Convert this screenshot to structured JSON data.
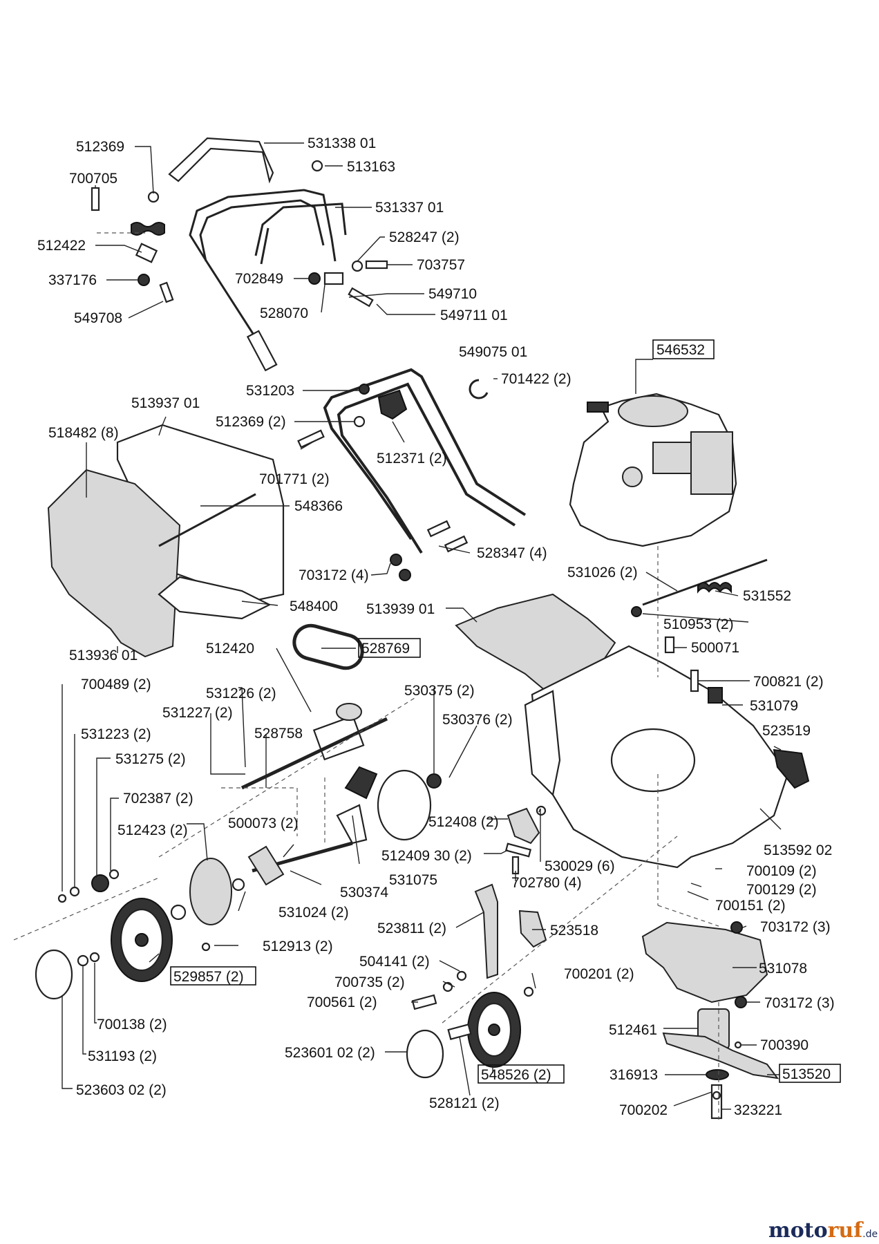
{
  "labels": {
    "p512369a": "512369",
    "p531338": "531338 01",
    "p513163": "513163",
    "p700705": "700705",
    "p531337": "531337 01",
    "p528247": "528247 (2)",
    "p512422": "512422",
    "p703757": "703757",
    "p337176": "337176",
    "p702849": "702849",
    "p549710": "549710",
    "p528070": "528070",
    "p549708": "549708",
    "p549711": "549711 01",
    "p549075": "549075 01",
    "p546532": "546532",
    "p531203": "531203",
    "p701422": "701422 (2)",
    "p513937": "513937 01",
    "p512369b": "512369 (2)",
    "p518482": "518482 (8)",
    "p512371": "512371 (2)",
    "p701771": "701771 (2)",
    "p548366": "548366",
    "p528347": "528347 (4)",
    "p703172a": "703172 (4)",
    "p531026": "531026 (2)",
    "p531552": "531552",
    "p548400": "548400",
    "p513939": "513939 01",
    "p510953": "510953 (2)",
    "p513936": "513936 01",
    "p512420": "512420",
    "p528769": "528769",
    "p500071": "500071",
    "p700489": "700489 (2)",
    "p531226": "531226 (2)",
    "p530375": "530375 (2)",
    "p700821": "700821 (2)",
    "p531227": "531227 (2)",
    "p531079": "531079",
    "p531223": "531223 (2)",
    "p528758": "528758",
    "p530376": "530376 (2)",
    "p523519": "523519",
    "p531275": "531275 (2)",
    "p702387": "702387 (2)",
    "p500073": "500073 (2)",
    "p512408": "512408 (2)",
    "p512423": "512423 (2)",
    "p513592": "513592 02",
    "p512409": "512409 30 (2)",
    "p530029": "530029 (6)",
    "p700109": "700109 (2)",
    "p531075": "531075",
    "p702780": "702780 (4)",
    "p700129": "700129 (2)",
    "p530374": "530374",
    "p700151": "700151 (2)",
    "p531024": "531024 (2)",
    "p523811": "523811 (2)",
    "p523518": "523518",
    "p703172b": "703172 (3)",
    "p512913": "512913 (2)",
    "p504141": "504141 (2)",
    "p531078": "531078",
    "p529857": "529857 (2)",
    "p700735": "700735 (2)",
    "p700201": "700201 (2)",
    "p700561": "700561 (2)",
    "p703172c": "703172 (3)",
    "p700138": "700138 (2)",
    "p512461": "512461",
    "p700390": "700390",
    "p531193": "531193 (2)",
    "p523601": "523601 02 (2)",
    "p548526": "548526 (2)",
    "p316913": "316913",
    "p513520": "513520",
    "p523603": "523603 02 (2)",
    "p528121": "528121 (2)",
    "p700202": "700202",
    "p323221": "323221"
  },
  "watermark": {
    "part1": "moto",
    "part2": "ruf",
    "part3": ".de"
  }
}
